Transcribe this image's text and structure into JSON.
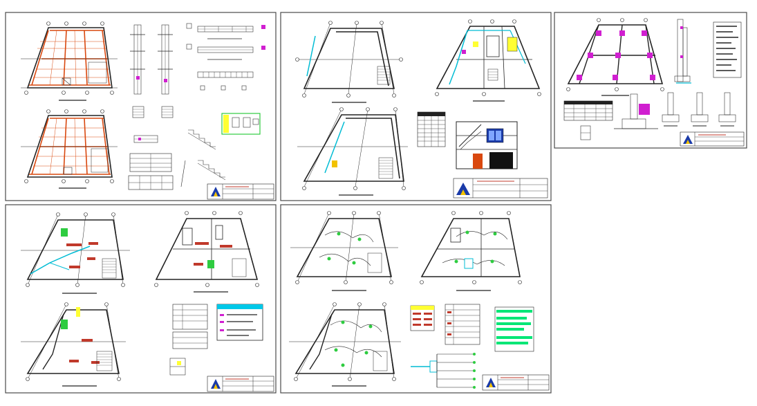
{
  "drawing": {
    "background": "#ffffff",
    "sheet_count": 5,
    "colors": {
      "line": "#222222",
      "framing": "#d9480f",
      "red_marks": "#c0392b",
      "green_marks": "#2ecc40",
      "cyan_marks": "#00bcd4",
      "magenta_marks": "#d01fd0",
      "yellow_marks": "#ffff33",
      "logo_blue": "#1a3aa8",
      "logo_yellow": "#f2c200",
      "legend_cyan": "#00c8e8",
      "legend_green": "#00e676"
    },
    "sheets": [
      {
        "id": "structural",
        "content": [
          "framing-plan-upper",
          "framing-plan-lower",
          "column-sections",
          "beam-details",
          "stair-detail",
          "legend-table",
          "title-block"
        ]
      },
      {
        "id": "architecture",
        "content": [
          "floor-plan-1",
          "floor-plan-2",
          "floor-plan-3",
          "facade-elevation",
          "finishes-table",
          "title-block"
        ]
      },
      {
        "id": "foundation",
        "content": [
          "foundation-plan",
          "wall-section",
          "footing-details",
          "schedule-table",
          "title-block"
        ]
      },
      {
        "id": "sanitary",
        "content": [
          "plumbing-plan-1",
          "plumbing-plan-2",
          "plumbing-plan-3",
          "legend-panels",
          "title-block"
        ]
      },
      {
        "id": "electrical",
        "content": [
          "electrical-plan-1",
          "electrical-plan-2",
          "electrical-plan-3",
          "legend-panels",
          "single-line-diagram",
          "title-block"
        ]
      }
    ]
  }
}
